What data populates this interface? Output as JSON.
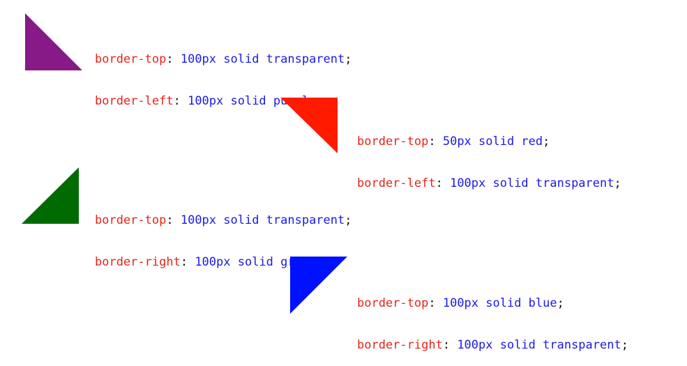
{
  "examples": [
    {
      "color": "#871a87",
      "shape_icon": "triangle-bottom-left-icon",
      "lines": [
        {
          "prop": "border-top",
          "sep": ": ",
          "value": "100px solid transparent",
          "end": ";"
        },
        {
          "prop": "border-left",
          "sep": ": ",
          "value": "100px solid purple",
          "end": ";"
        }
      ]
    },
    {
      "color": "#ff1a00",
      "shape_icon": "triangle-top-right-icon",
      "lines": [
        {
          "prop": "border-top",
          "sep": ": ",
          "value": "50px solid red",
          "end": ";"
        },
        {
          "prop": "border-left",
          "sep": ": ",
          "value": "100px solid transparent",
          "end": ";"
        }
      ]
    },
    {
      "color": "#006b00",
      "shape_icon": "triangle-bottom-right-icon",
      "lines": [
        {
          "prop": "border-top",
          "sep": ": ",
          "value": "100px solid transparent",
          "end": ";"
        },
        {
          "prop": "border-right",
          "sep": ": ",
          "value": "100px solid green",
          "end": ";"
        }
      ]
    },
    {
      "color": "#0011ff",
      "shape_icon": "triangle-top-left-icon",
      "lines": [
        {
          "prop": "border-top",
          "sep": ": ",
          "value": "100px solid blue",
          "end": ";"
        },
        {
          "prop": "border-right",
          "sep": ": ",
          "value": "100px solid transparent",
          "end": ";"
        }
      ]
    }
  ]
}
